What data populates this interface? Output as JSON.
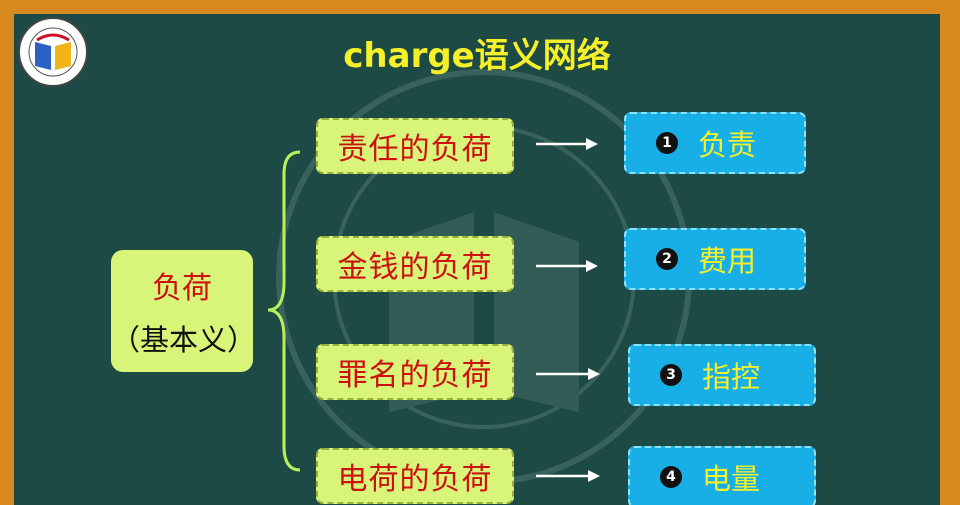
{
  "title": "charge语义网络",
  "root": {
    "label": "负荷",
    "sublabel": "（基本义）"
  },
  "meanings": [
    {
      "node": "责任的负荷",
      "number": "1",
      "leaf": "负责"
    },
    {
      "node": "金钱的负荷",
      "number": "2",
      "leaf": "费用"
    },
    {
      "node": "罪名的负荷",
      "number": "3",
      "leaf": "指控"
    },
    {
      "node": "电荷的负荷",
      "number": "4",
      "leaf": "电量"
    }
  ],
  "colors": {
    "frame": "#d98a1e",
    "board": "#1d4a45",
    "title": "#f5f029",
    "node_fill": "#d8f57a",
    "node_text": "#cc1111",
    "leaf_fill": "#18aee6",
    "leaf_text": "#f5f029",
    "connector": "#b8f25a"
  }
}
